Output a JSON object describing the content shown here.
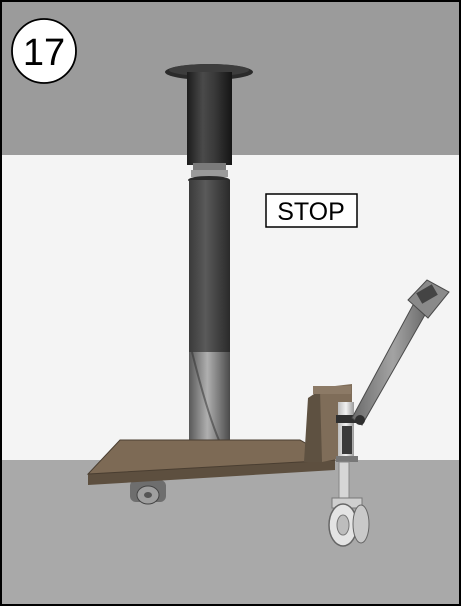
{
  "step": {
    "number": "17"
  },
  "stop_sign": {
    "label": "STOP"
  },
  "colors": {
    "ceiling": "#9b9b9b",
    "wall": "#f4f4f4",
    "floor": "#a9a9a9",
    "post_dark": "#2e2e2e",
    "platform_wood": "#7d6a55",
    "frame": "#000000"
  },
  "icons": [
    "step-number-badge",
    "telescopic-post",
    "hand-pallet-jack",
    "stop-sign"
  ]
}
